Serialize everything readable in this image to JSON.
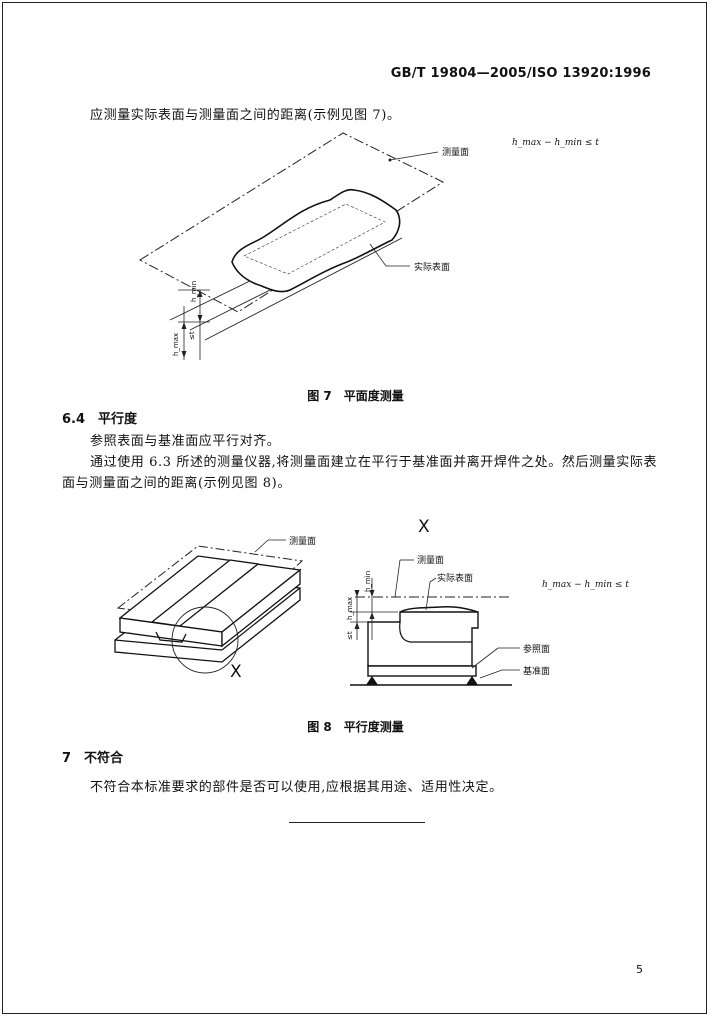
{
  "header": {
    "standard_id": "GB/T 19804—2005/ISO 13920:1996"
  },
  "intro_line": "应测量实际表面与测量面之间的距离(示例见图 7)。",
  "figure7": {
    "formula": "h_max − h_min ≤ t",
    "label_measuring_plane": "测量面",
    "label_actual_surface": "实际表面",
    "dim_hmin": "h_min",
    "dim_hmax": "h_max",
    "dim_t": "≤t",
    "caption": "图 7　平面度测量"
  },
  "section_6_4": {
    "heading": "6.4　平行度",
    "para1": "参照表面与基准面应平行对齐。",
    "para2_line1": "通过使用 6.3 所述的测量仪器,将测量面建立在平行于基准面并离开焊件之处。然后测量实际表",
    "para2_line2": "面与测量面之间的距离(示例见图 8)。"
  },
  "figure8": {
    "formula": "h_max − h_min ≤ t",
    "label_measuring_plane_left": "测量面",
    "label_measuring_plane_right": "测量面",
    "label_actual_surface": "实际表面",
    "label_reference_plane": "参照面",
    "label_datum_plane": "基准面",
    "detail_marker_top": "X",
    "detail_marker_bottom": "X",
    "dim_hmin": "h_min",
    "dim_hmax": "h_max",
    "dim_t": "≤t",
    "caption": "图 8　平行度测量"
  },
  "section_7": {
    "heading": "7　不符合",
    "para": "不符合本标准要求的部件是否可以使用,应根据其用途、适用性决定。"
  },
  "page_number": "5"
}
